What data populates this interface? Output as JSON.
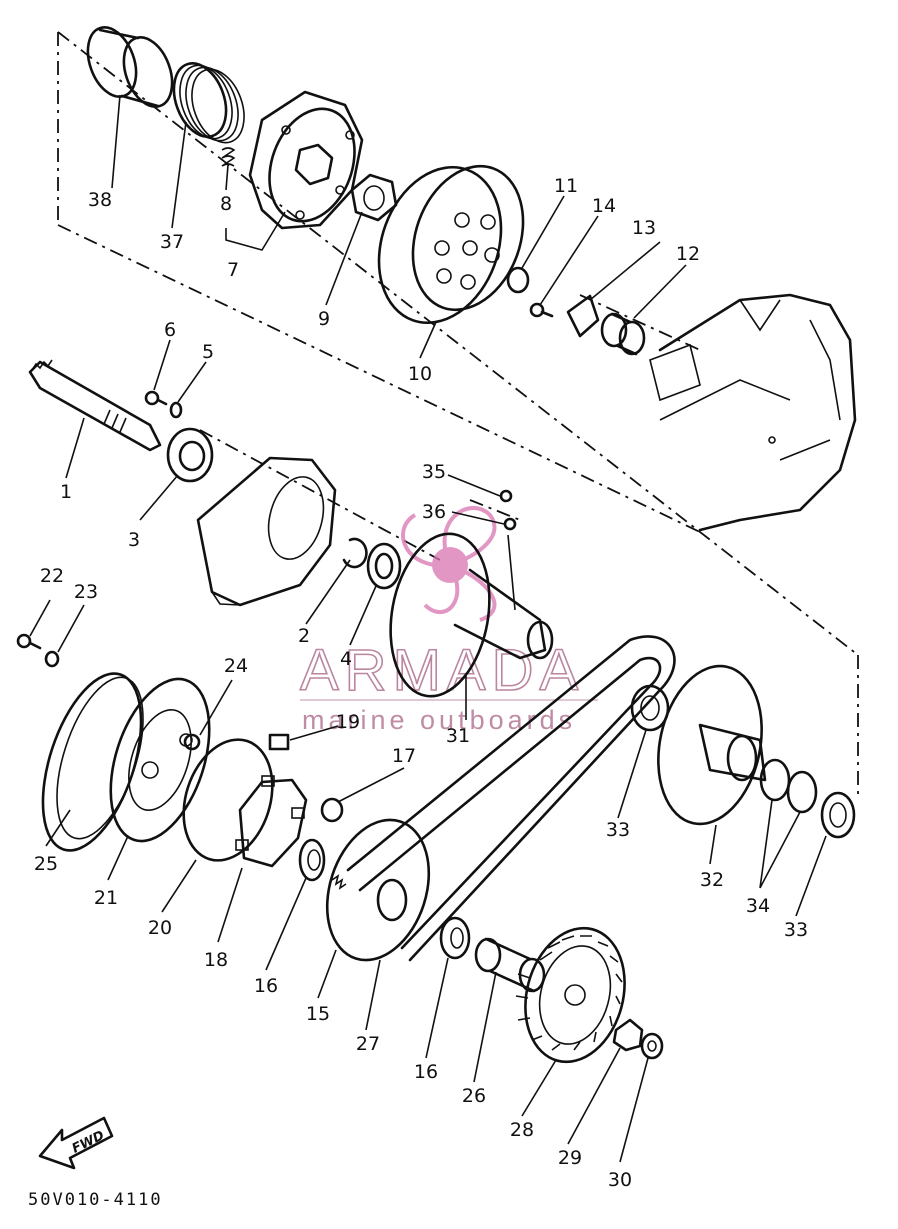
{
  "diagram_code": "50V010-4110",
  "direction_arrow": {
    "label": "FWD"
  },
  "watermark": {
    "brand": "ARMADA",
    "tagline": "marine outboards"
  },
  "callouts": [
    "1",
    "2",
    "3",
    "4",
    "5",
    "6",
    "7",
    "8",
    "9",
    "10",
    "11",
    "12",
    "13",
    "14",
    "15",
    "16",
    "16",
    "17",
    "18",
    "19",
    "20",
    "21",
    "22",
    "23",
    "24",
    "25",
    "26",
    "27",
    "28",
    "29",
    "30",
    "31",
    "32",
    "33",
    "33",
    "34",
    "35",
    "36",
    "37",
    "38"
  ]
}
